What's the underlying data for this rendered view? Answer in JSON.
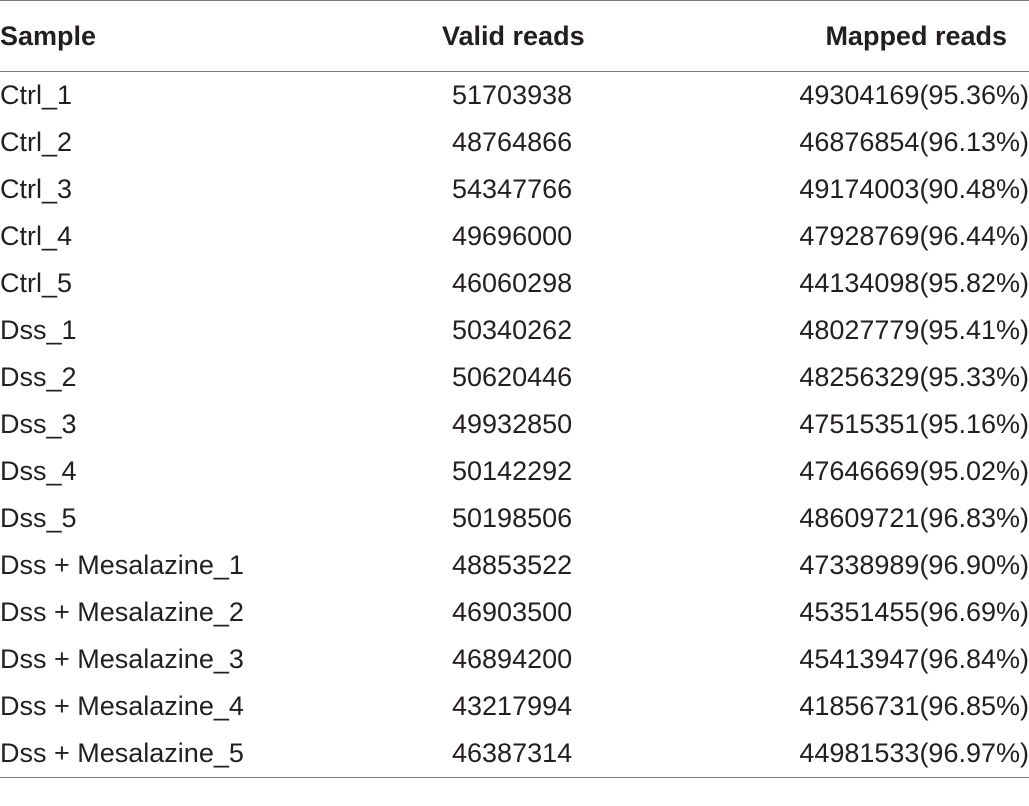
{
  "table": {
    "headers": {
      "sample": "Sample",
      "valid_reads": "Valid reads",
      "mapped_reads": "Mapped reads"
    },
    "rows": [
      {
        "sample": "Ctrl_1",
        "valid_reads": "51703938",
        "mapped_reads": "49304169(95.36%)"
      },
      {
        "sample": "Ctrl_2",
        "valid_reads": "48764866",
        "mapped_reads": "46876854(96.13%)"
      },
      {
        "sample": "Ctrl_3",
        "valid_reads": "54347766",
        "mapped_reads": "49174003(90.48%)"
      },
      {
        "sample": "Ctrl_4",
        "valid_reads": "49696000",
        "mapped_reads": "47928769(96.44%)"
      },
      {
        "sample": "Ctrl_5",
        "valid_reads": "46060298",
        "mapped_reads": "44134098(95.82%)"
      },
      {
        "sample": "Dss_1",
        "valid_reads": "50340262",
        "mapped_reads": "48027779(95.41%)"
      },
      {
        "sample": "Dss_2",
        "valid_reads": "50620446",
        "mapped_reads": "48256329(95.33%)"
      },
      {
        "sample": "Dss_3",
        "valid_reads": "49932850",
        "mapped_reads": "47515351(95.16%)"
      },
      {
        "sample": "Dss_4",
        "valid_reads": "50142292",
        "mapped_reads": "47646669(95.02%)"
      },
      {
        "sample": "Dss_5",
        "valid_reads": "50198506",
        "mapped_reads": "48609721(96.83%)"
      },
      {
        "sample": "Dss + Mesalazine_1",
        "valid_reads": "48853522",
        "mapped_reads": "47338989(96.90%)"
      },
      {
        "sample": "Dss + Mesalazine_2",
        "valid_reads": "46903500",
        "mapped_reads": "45351455(96.69%)"
      },
      {
        "sample": "Dss + Mesalazine_3",
        "valid_reads": "46894200",
        "mapped_reads": "45413947(96.84%)"
      },
      {
        "sample": "Dss + Mesalazine_4",
        "valid_reads": "43217994",
        "mapped_reads": "41856731(96.85%)"
      },
      {
        "sample": "Dss + Mesalazine_5",
        "valid_reads": "46387314",
        "mapped_reads": "44981533(96.97%)"
      }
    ]
  }
}
